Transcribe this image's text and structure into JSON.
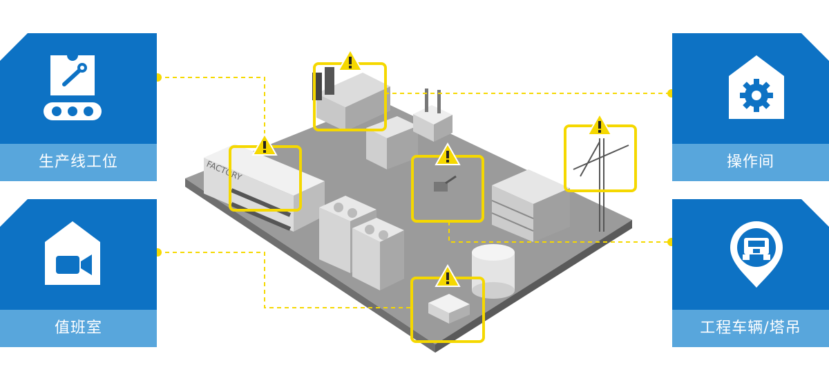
{
  "cards": {
    "production": {
      "label": "生产线工位",
      "icon": "conveyor-wrench-icon"
    },
    "duty_room": {
      "label": "值班室",
      "icon": "video-camera-house-icon"
    },
    "control_room": {
      "label": "操作间",
      "icon": "gear-house-icon"
    },
    "vehicles": {
      "label": "工程车辆/塔吊",
      "icon": "vehicle-pin-icon"
    }
  },
  "factory_sign": "FACTORY",
  "colors": {
    "card_top": "#0d72c4",
    "card_label": "#58a6dc",
    "alert": "#f5d800",
    "ground": "#9b9b9b"
  }
}
